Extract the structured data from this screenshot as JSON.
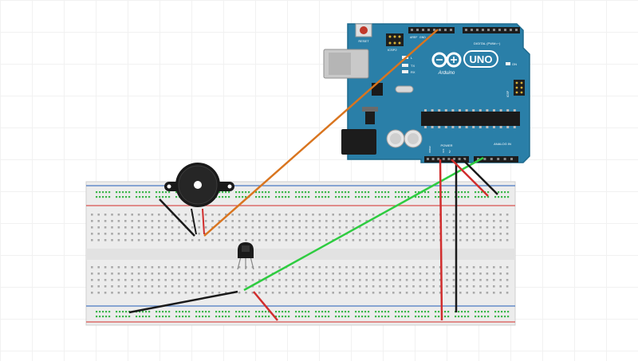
{
  "board": {
    "reset_label": "RESET",
    "icsp2_label": "ICSP2",
    "icsp_label": "ICSP",
    "aref_label": "AREF",
    "gnd_label": "GND",
    "digital_label": "DIGITAL (PWM=~)",
    "tx_label": "TX",
    "rx_label": "RX",
    "l_label": "L",
    "on_label": "ON",
    "brand_label": "Arduino",
    "model_label": "UNO",
    "power_label": "POWER",
    "analog_label": "ANALOG IN",
    "ioref_label": "IOREF",
    "pin_5v_label": "5V",
    "pin_3v3_label": "3V3"
  },
  "colors": {
    "board": "#2a7fa8",
    "board_dark": "#1e6d92",
    "breadboard": "#efefef",
    "rail_red": "#d9534f",
    "rail_blue": "#4a78c2",
    "hole_green": "#3bb64a",
    "wire_orange": "#d9751f",
    "wire_green": "#2ecc40",
    "wire_red": "#d12d2d",
    "wire_black": "#1a1a1a"
  },
  "components": {
    "buzzer": "piezo-buzzer",
    "sensor": "temperature-sensor-to92"
  }
}
